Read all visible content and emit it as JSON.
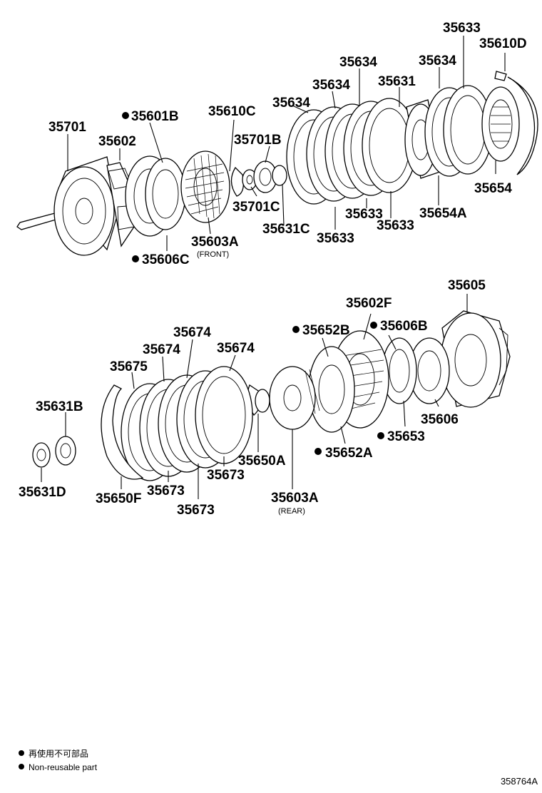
{
  "callouts": {
    "c35701": "35701",
    "c35602": "35602",
    "c35601B": "35601B",
    "c35610C": "35610C",
    "c35701B": "35701B",
    "c35701C": "35701C",
    "c35603A_front": "35603A",
    "front_note": "(FRONT)",
    "c35606C": "35606C",
    "c35631C": "35631C",
    "c35634_a": "35634",
    "c35634_b": "35634",
    "c35634_c": "35634",
    "c35634_d": "35634",
    "c35633_top": "35633",
    "c35633_a": "35633",
    "c35633_b": "35633",
    "c35633_c": "35633",
    "c35631": "35631",
    "c35610D": "35610D",
    "c35654": "35654",
    "c35654A": "35654A",
    "c35605": "35605",
    "c35602F": "35602F",
    "c35652B": "35652B",
    "c35606B": "35606B",
    "c35606": "35606",
    "c35653": "35653",
    "c35652A": "35652A",
    "c35674_a": "35674",
    "c35674_b": "35674",
    "c35674_c": "35674",
    "c35675": "35675",
    "c35631B": "35631B",
    "c35631D": "35631D",
    "c35650F": "35650F",
    "c35673_a": "35673",
    "c35673_b": "35673",
    "c35673_c": "35673",
    "c35650A": "35650A",
    "c35603A_rear": "35603A",
    "rear_note": "(REAR)"
  },
  "legend": {
    "line_jp": "再使用不可部品",
    "line_en": "Non-reusable part"
  },
  "figure_number": "358764A"
}
